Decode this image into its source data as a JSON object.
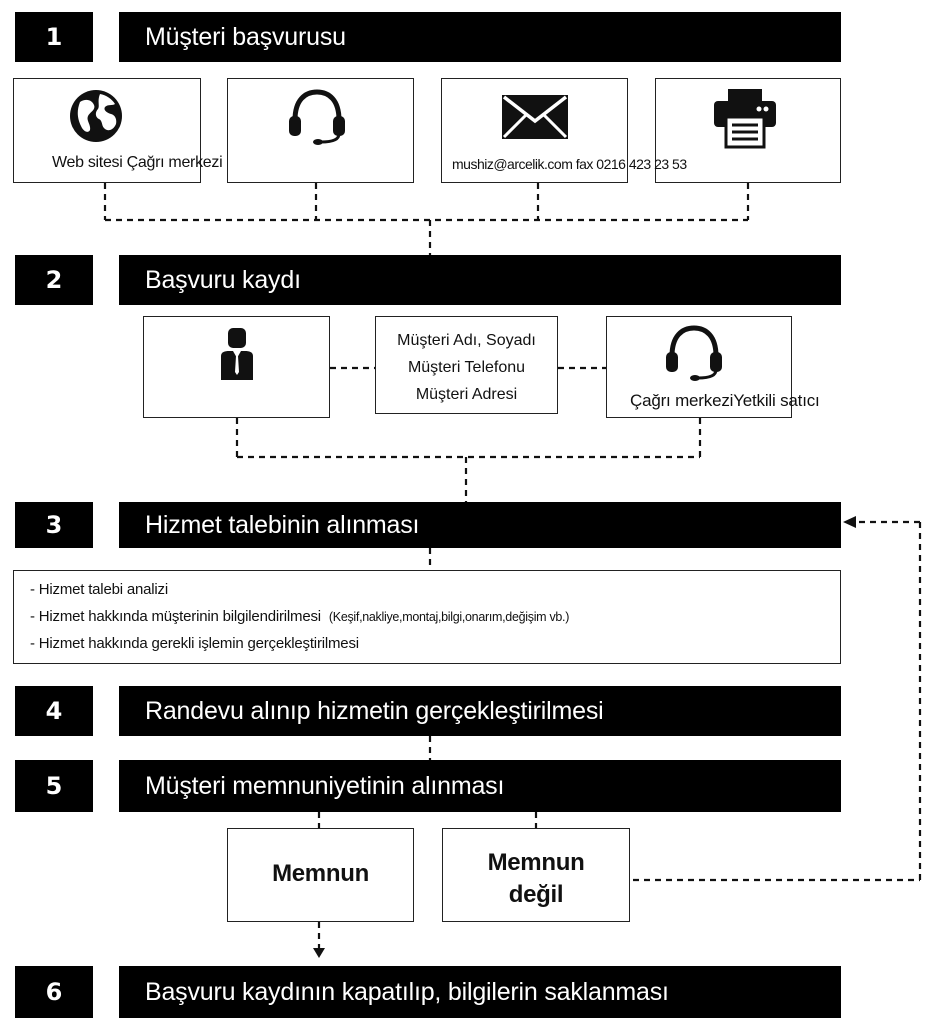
{
  "steps": [
    {
      "number": "1",
      "title": "Müşteri başvurusu"
    },
    {
      "number": "2",
      "title": "Başvuru kaydı"
    },
    {
      "number": "3",
      "title": "Hizmet talebinin alınması"
    },
    {
      "number": "4",
      "title": "Randevu alınıp hizmetin gerçekleştirilmesi"
    },
    {
      "number": "5",
      "title": "Müşteri memnuniyetinin alınması"
    },
    {
      "number": "6",
      "title": "Başvuru kaydının kapatılıp, bilgilerin saklanması"
    }
  ],
  "channels": {
    "web_call_label": "Web sitesi Çağrı merkezi",
    "mail_fax_label": "mushiz@arcelik.com fax 0216 423 23 53",
    "icons": [
      "globe-icon",
      "headset-icon",
      "envelope-icon",
      "fax-icon"
    ]
  },
  "registration": {
    "info_lines": [
      "Müşteri Adı, Soyadı",
      "Müşteri Telefonu",
      "Müşteri Adresi"
    ],
    "right_label": "Çağrı merkeziYetkili satıcı",
    "icons": [
      "person-icon",
      "headset-icon"
    ]
  },
  "request": {
    "items": [
      {
        "text": "- Hizmet talebi analizi",
        "note": ""
      },
      {
        "text": "- Hizmet hakkında müşterinin bilgilendirilmesi",
        "note": "(Keşif,nakliye,montaj,bilgi,onarım,değişim vb.)"
      },
      {
        "text": "- Hizmet hakkında gerekli işlemin gerçekleştirilmesi",
        "note": ""
      }
    ]
  },
  "satisfaction": {
    "satisfied": "Memnun",
    "not_satisfied_line1": "Memnun",
    "not_satisfied_line2": "değil"
  }
}
